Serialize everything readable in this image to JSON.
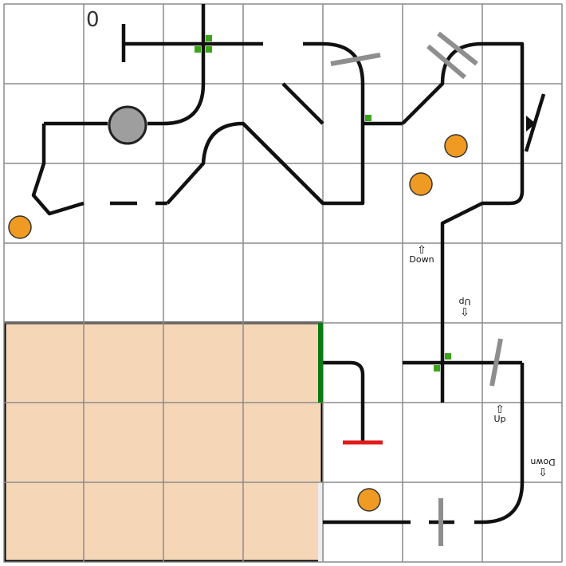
{
  "score": "0",
  "labels": {
    "down_a": "Down",
    "up_a": "Up",
    "up_b": "Up",
    "down_b": "Down"
  },
  "colors": {
    "grid": "#8c8c8c",
    "track": "#111111",
    "zone_fill": "#f5d7b8",
    "ball": "#ef9a22",
    "rock": "#9e9e9e",
    "switch": "#8e8e8e",
    "marker": "#3aa519",
    "gate_open": "#0a7a12",
    "stop": "#e01b1b"
  }
}
